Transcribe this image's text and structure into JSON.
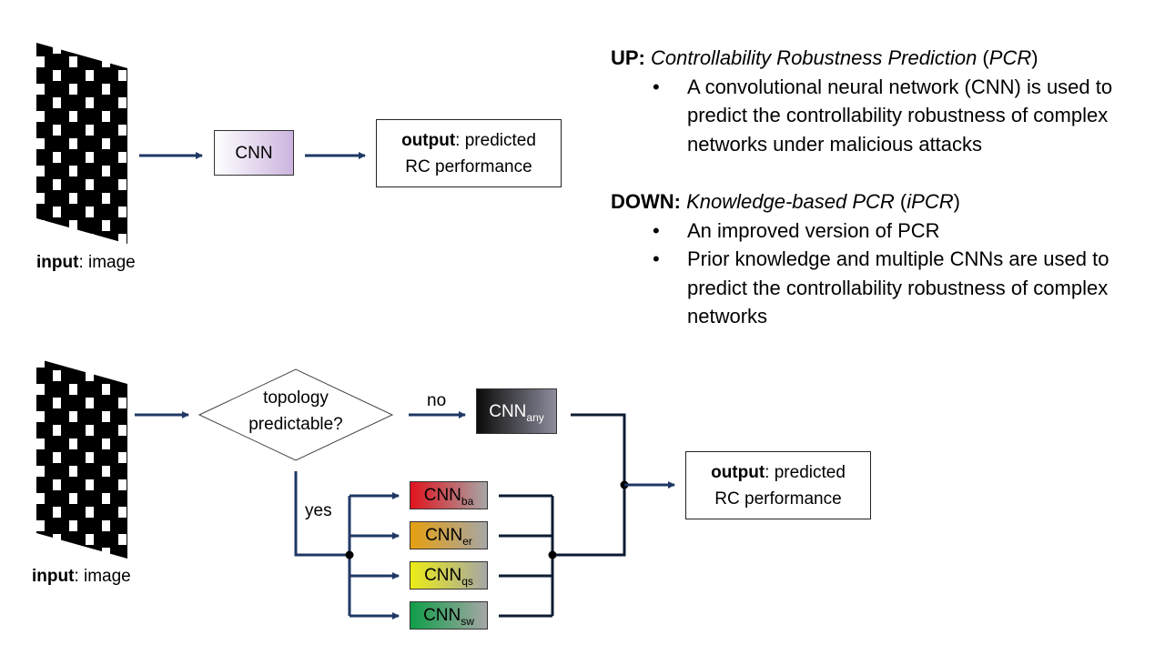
{
  "up_diagram": {
    "cnn_label": "CNN",
    "output_bold": "output",
    "output_rest": ": predicted",
    "output_line2": "RC performance",
    "input_bold": "input",
    "input_rest": ": image"
  },
  "down_diagram": {
    "decision_line1": "topology",
    "decision_line2": "predictable?",
    "no_label": "no",
    "yes_label": "yes",
    "cnn_main": "CNN",
    "cnn_any_sub": "any",
    "cnn_ba_sub": "ba",
    "cnn_er_sub": "er",
    "cnn_qs_sub": "qs",
    "cnn_sw_sub": "sw",
    "output_bold": "output",
    "output_rest": ": predicted",
    "output_line2": "RC performance",
    "input_bold": "input",
    "input_rest": ": image"
  },
  "description": {
    "up": {
      "lead": "UP:",
      "title_italic": "Controllability Robustness Prediction",
      "open_paren": " (",
      "abbr_italic": "PCR",
      "close_paren": ")",
      "bullets": [
        "A convolutional neural network (CNN) is used to predict the controllability robustness of complex networks under malicious attacks"
      ]
    },
    "down": {
      "lead": "DOWN:",
      "title_italic": "Knowledge-based PCR",
      "open_paren": " (",
      "abbr_italic": "iPCR",
      "close_paren": ")",
      "bullets": [
        "An improved version of PCR",
        "Prior knowledge and multiple CNNs are used to predict the controllability robustness of complex networks"
      ]
    }
  },
  "colors": {
    "arrow": "#1f3864",
    "cnn_up_gradient": [
      "#ffffff",
      "#cbb4de"
    ],
    "cnn_any_gradient": [
      "#0b0b0b",
      "#8c8c9c"
    ],
    "cnn_ba_gradient": [
      "#e0141e",
      "#a6a6a6"
    ],
    "cnn_er_gradient": [
      "#e5a010",
      "#a6a6a6"
    ],
    "cnn_qs_gradient": [
      "#ecec16",
      "#a6a6a6"
    ],
    "cnn_sw_gradient": [
      "#0f9e48",
      "#a6a6a6"
    ]
  }
}
